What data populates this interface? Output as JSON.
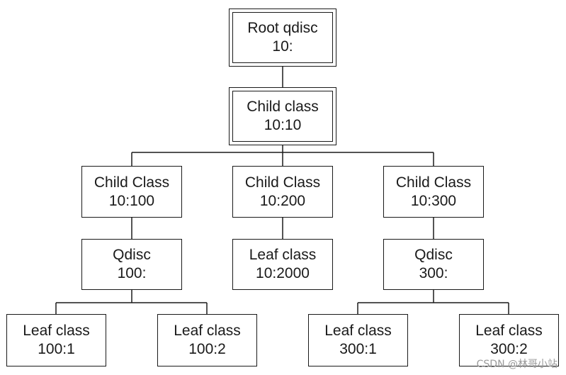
{
  "nodes": {
    "root": {
      "line1": "Root qdisc",
      "line2": "10:"
    },
    "child_main": {
      "line1": "Child class",
      "line2": "10:10"
    },
    "child_100": {
      "line1": "Child Class",
      "line2": "10:100"
    },
    "child_200": {
      "line1": "Child Class",
      "line2": "10:200"
    },
    "child_300": {
      "line1": "Child Class",
      "line2": "10:300"
    },
    "qdisc_100": {
      "line1": "Qdisc",
      "line2": "100:"
    },
    "leaf_2000": {
      "line1": "Leaf class",
      "line2": "10:2000"
    },
    "qdisc_300": {
      "line1": "Qdisc",
      "line2": "300:"
    },
    "leaf_100_1": {
      "line1": "Leaf class",
      "line2": "100:1"
    },
    "leaf_100_2": {
      "line1": "Leaf class",
      "line2": "100:2"
    },
    "leaf_300_1": {
      "line1": "Leaf class",
      "line2": "300:1"
    },
    "leaf_300_2": {
      "line1": "Leaf class",
      "line2": "300:2"
    }
  },
  "watermark": "CSDN @林哥小站"
}
